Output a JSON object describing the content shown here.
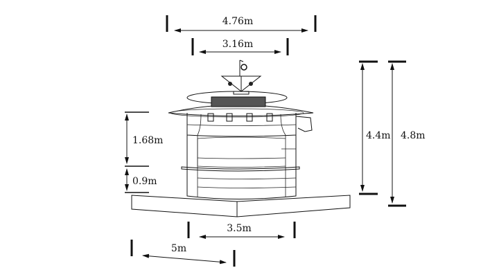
{
  "title": "Kiosk elevation dimension drawing",
  "dimensions": {
    "roof_width": "4.76m",
    "upper_ring_width": "3.16m",
    "total_height_body": "4.4m",
    "total_height": "4.8m",
    "upper_height": "1.68m",
    "counter_height": "0.9m",
    "body_width": "3.5m",
    "platform_depth": "5m"
  },
  "colors": {
    "line": "#111111",
    "background": "#ffffff"
  }
}
